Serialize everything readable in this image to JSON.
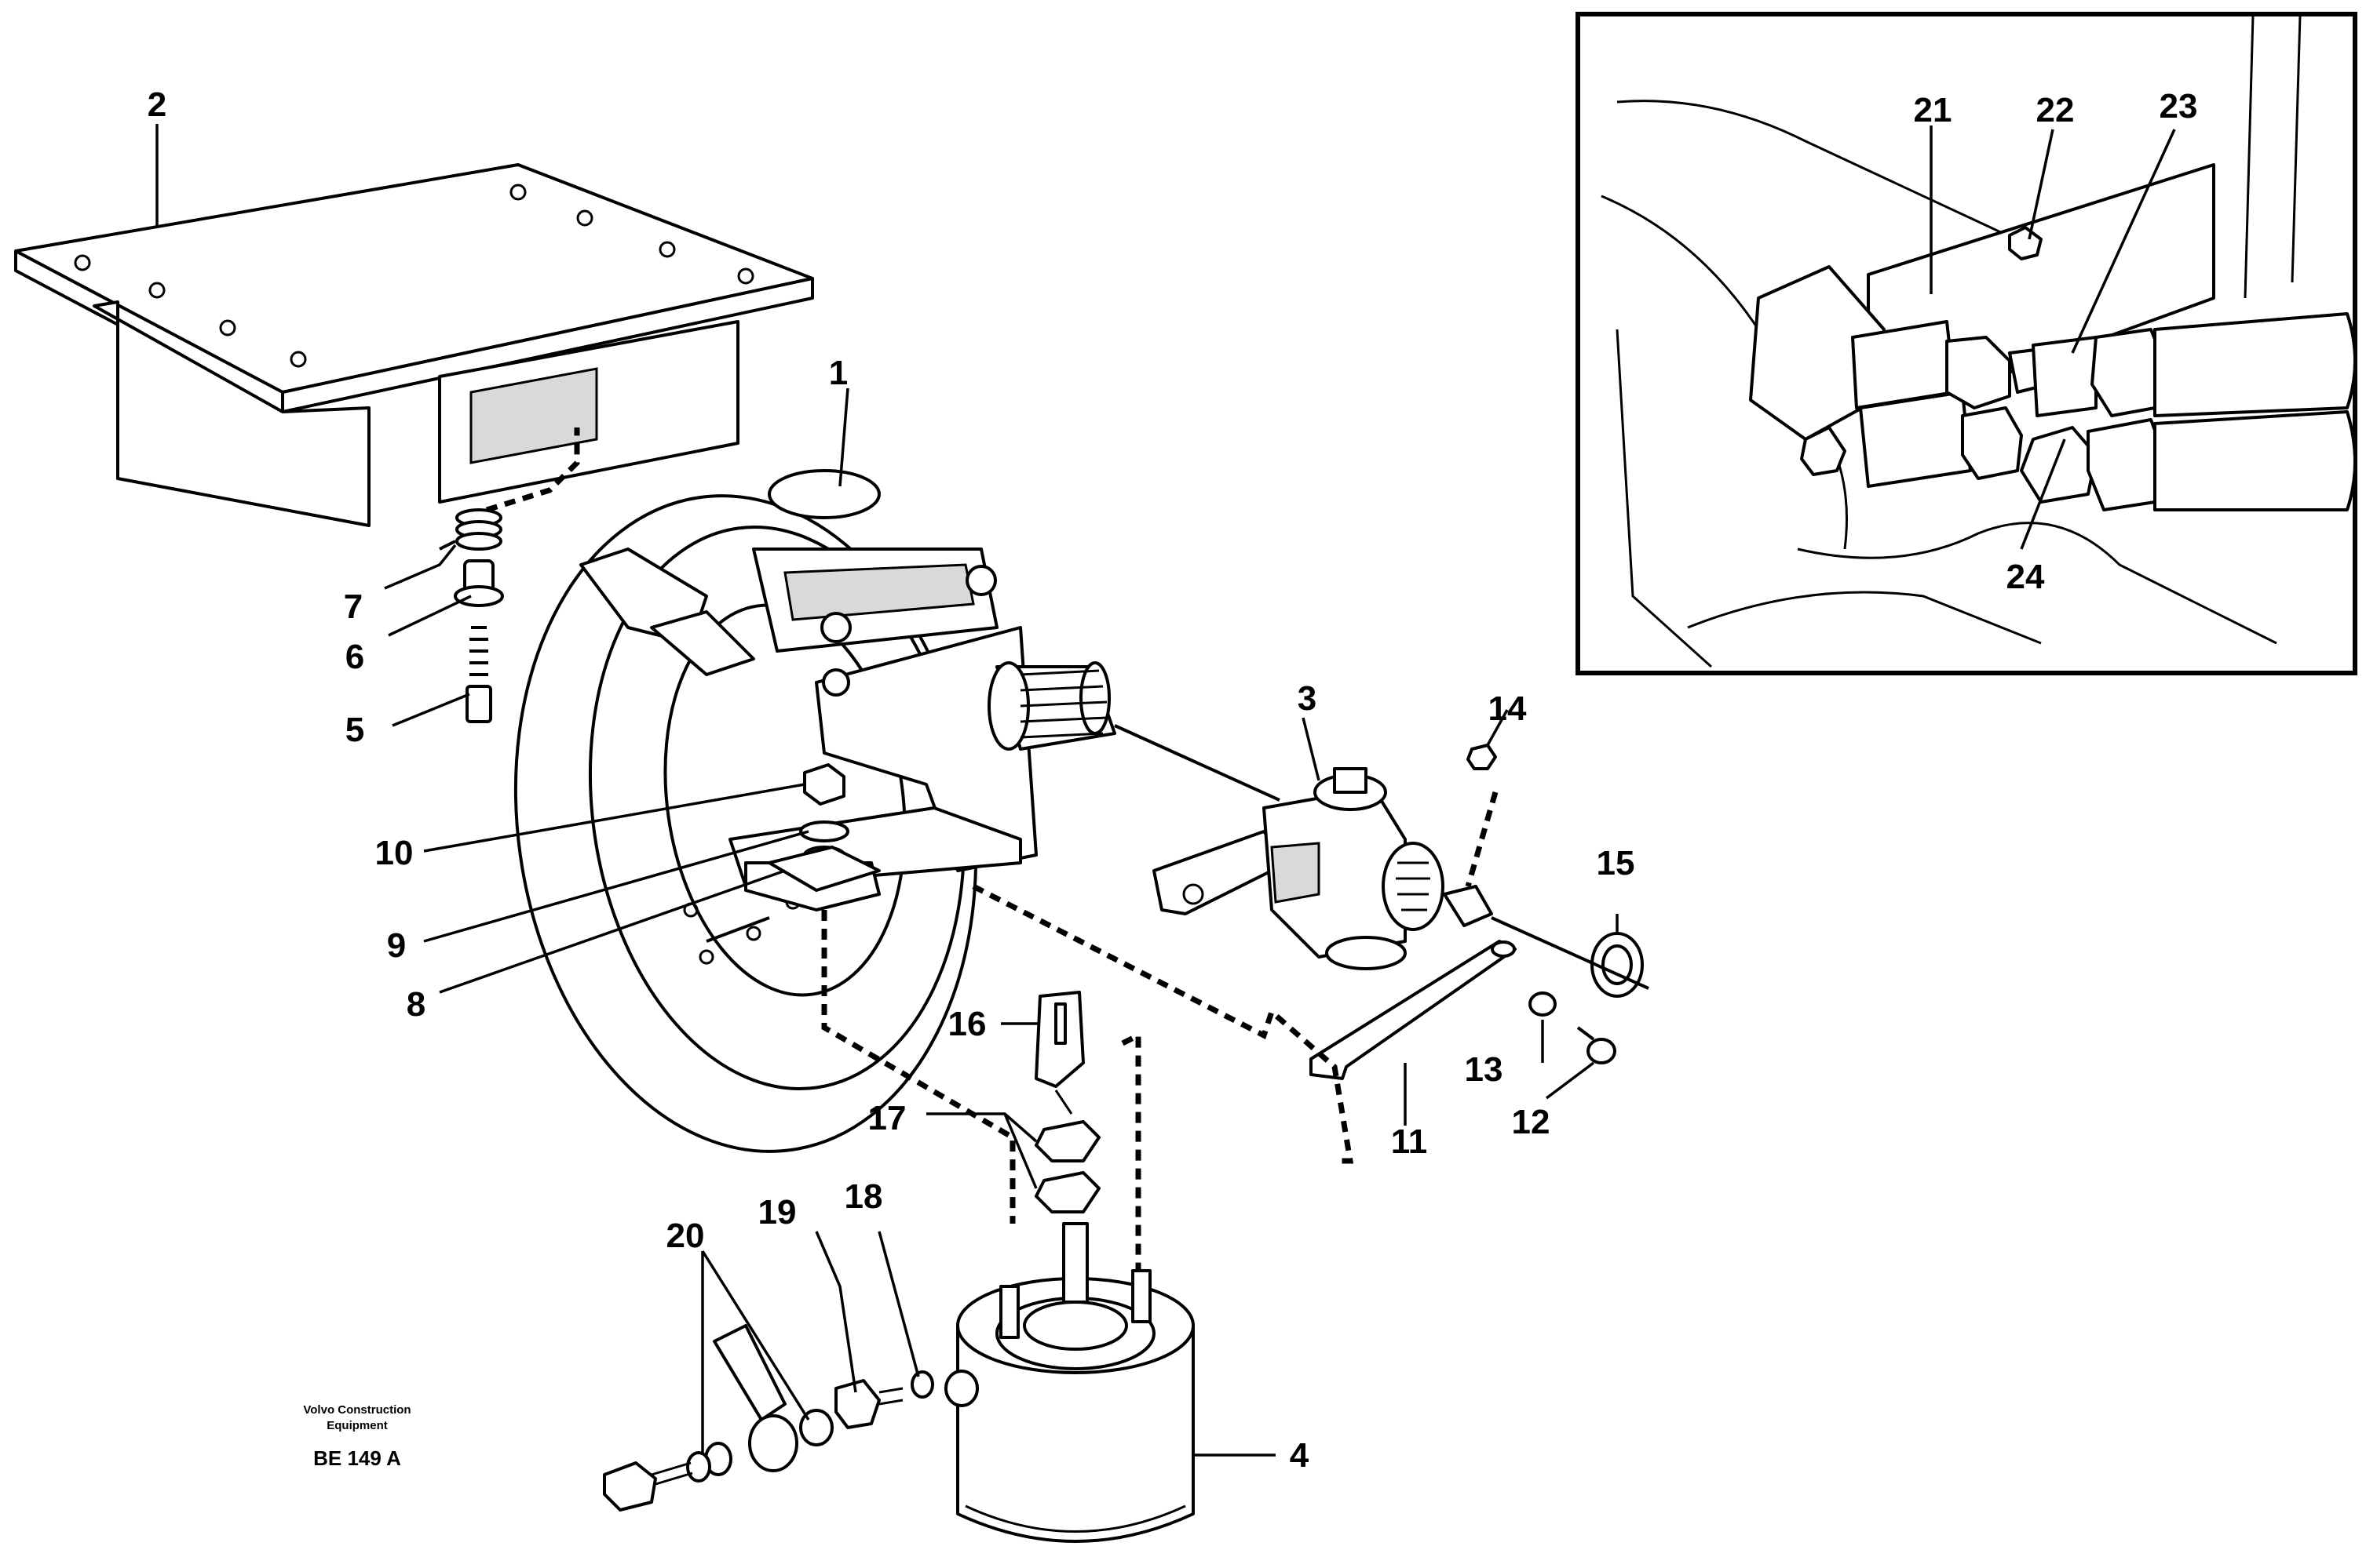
{
  "diagram": {
    "title": "",
    "part_labels": [
      "1",
      "2",
      "3",
      "4",
      "5",
      "6",
      "7",
      "8",
      "9",
      "10",
      "11",
      "12",
      "13",
      "14",
      "15",
      "16",
      "17",
      "18",
      "19",
      "20"
    ],
    "inset_labels": [
      "21",
      "22",
      "23",
      "24"
    ],
    "credit": {
      "company_line1": "Volvo Construction",
      "company_line2": "Equipment",
      "drawing_code": "BE 149 A"
    }
  }
}
